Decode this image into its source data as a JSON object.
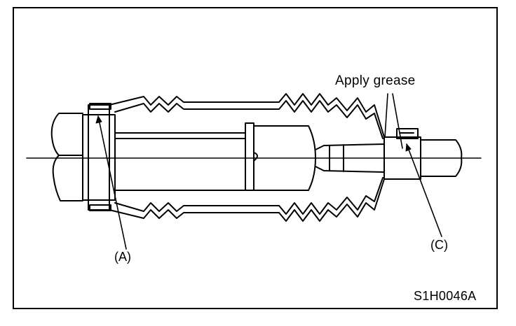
{
  "figure": {
    "callouts": {
      "apply_grease": "Apply grease",
      "part_a": "(A)",
      "part_c": "(C)"
    },
    "figure_code": "S1H0046A"
  }
}
